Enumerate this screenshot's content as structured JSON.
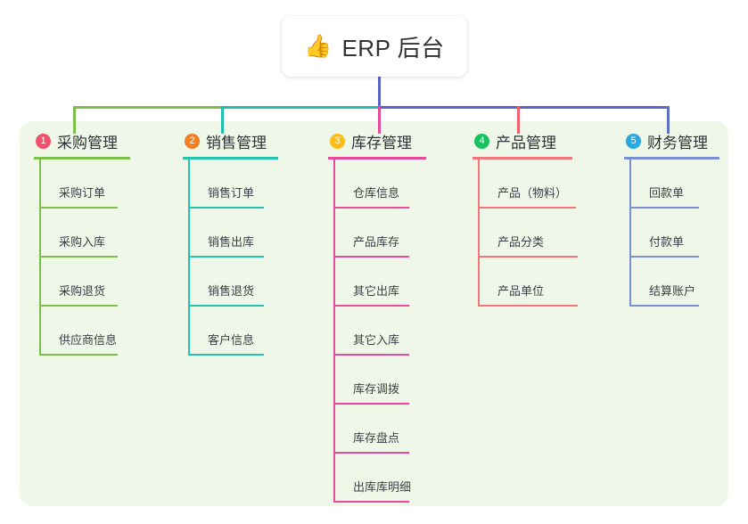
{
  "root": {
    "emoji": "👍",
    "emoji_name": "thumbs-up-icon",
    "title": "ERP 后台"
  },
  "panel": {
    "background": "#eef7e8"
  },
  "connectors": {
    "trunk_color": "#5b62c9",
    "segment_1_color": "#7cbf4b",
    "segment_2_color": "#1fc0ab",
    "segment_3_color": "#5b62c9",
    "drop_1_color": "#7cbf4b",
    "drop_2_color": "#1fc0ab",
    "drop_3_color": "#e8499a",
    "drop_4_color": "#f2616b",
    "drop_5_color": "#5b72c9"
  },
  "branches": [
    {
      "index": "1",
      "title": "采购管理",
      "badge_color": "#f2506b",
      "line_color": "#7cbf4b",
      "leaves": [
        {
          "label": "采购订单"
        },
        {
          "label": "采购入库"
        },
        {
          "label": "采购退货"
        },
        {
          "label": "供应商信息"
        }
      ]
    },
    {
      "index": "2",
      "title": "销售管理",
      "badge_color": "#f08027",
      "line_color": "#23c3b0",
      "leaves": [
        {
          "label": "销售订单"
        },
        {
          "label": "销售出库"
        },
        {
          "label": "销售退货"
        },
        {
          "label": "客户信息"
        }
      ]
    },
    {
      "index": "3",
      "title": "库存管理",
      "badge_color": "#fbbe18",
      "line_color": "#e8499a",
      "leaves": [
        {
          "label": "仓库信息"
        },
        {
          "label": "产品库存"
        },
        {
          "label": "其它出库"
        },
        {
          "label": "其它入库"
        },
        {
          "label": "库存调拨"
        },
        {
          "label": "库存盘点"
        },
        {
          "label": "出库库明细"
        }
      ]
    },
    {
      "index": "4",
      "title": "产品管理",
      "badge_color": "#16c15e",
      "line_color": "#f2757c",
      "leaves": [
        {
          "label": "产品（物料）"
        },
        {
          "label": "产品分类"
        },
        {
          "label": "产品单位"
        }
      ]
    },
    {
      "index": "5",
      "title": "财务管理",
      "badge_color": "#29a9e2",
      "line_color": "#7b8fd4",
      "leaves": [
        {
          "label": "回款单"
        },
        {
          "label": "付款单"
        },
        {
          "label": "结算账户"
        }
      ]
    }
  ]
}
